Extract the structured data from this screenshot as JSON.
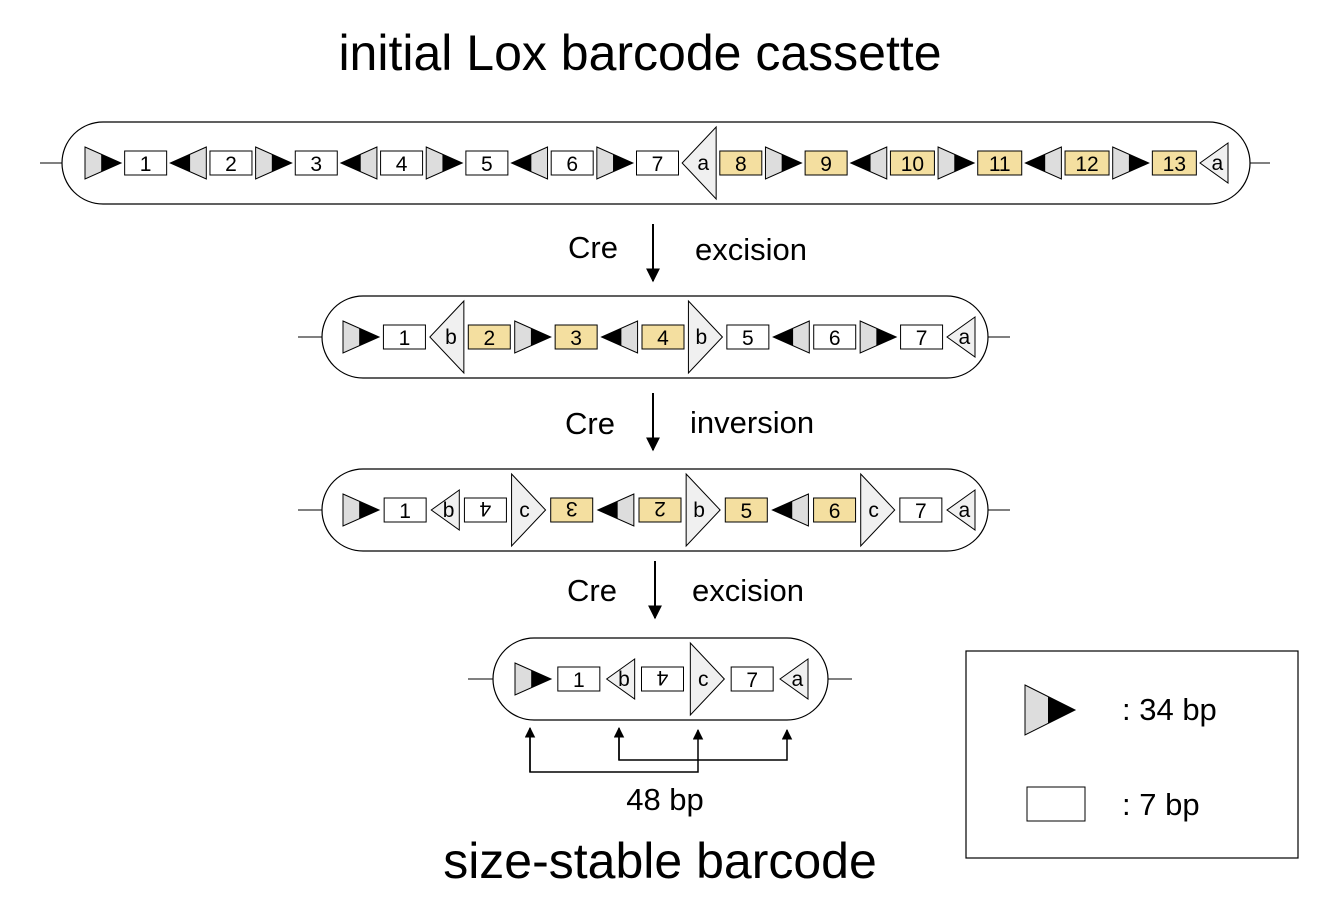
{
  "title_top": "initial Lox barcode cassette",
  "title_bottom": "size-stable barcode",
  "colors": {
    "highlight": "#f4dfa0",
    "plain": "#ffffff",
    "site_fill": "#f0f0f0",
    "arrow_light": "#dddddd",
    "arrow_dark": "#000000"
  },
  "steps": [
    {
      "enzyme": "Cre",
      "action": "excision"
    },
    {
      "enzyme": "Cre",
      "action": "inversion"
    },
    {
      "enzyme": "Cre",
      "action": "excision"
    }
  ],
  "cassettes": [
    {
      "name": "initial",
      "elements": [
        {
          "t": "arrow",
          "dir": "R"
        },
        {
          "t": "box",
          "label": "1"
        },
        {
          "t": "arrow",
          "dir": "L"
        },
        {
          "t": "box",
          "label": "2"
        },
        {
          "t": "arrow",
          "dir": "R"
        },
        {
          "t": "box",
          "label": "3"
        },
        {
          "t": "arrow",
          "dir": "L"
        },
        {
          "t": "box",
          "label": "4"
        },
        {
          "t": "arrow",
          "dir": "R"
        },
        {
          "t": "box",
          "label": "5"
        },
        {
          "t": "arrow",
          "dir": "L"
        },
        {
          "t": "box",
          "label": "6"
        },
        {
          "t": "arrow",
          "dir": "R"
        },
        {
          "t": "box",
          "label": "7"
        },
        {
          "t": "site",
          "dir": "L",
          "label": "a"
        },
        {
          "t": "box",
          "label": "8",
          "hl": true
        },
        {
          "t": "arrow",
          "dir": "R"
        },
        {
          "t": "box",
          "label": "9",
          "hl": true
        },
        {
          "t": "arrow",
          "dir": "L"
        },
        {
          "t": "box",
          "label": "10",
          "hl": true
        },
        {
          "t": "arrow",
          "dir": "R"
        },
        {
          "t": "box",
          "label": "11",
          "hl": true
        },
        {
          "t": "arrow",
          "dir": "L"
        },
        {
          "t": "box",
          "label": "12",
          "hl": true
        },
        {
          "t": "arrow",
          "dir": "R"
        },
        {
          "t": "box",
          "label": "13",
          "hl": true
        },
        {
          "t": "site",
          "dir": "L",
          "label": "a",
          "small": true
        }
      ]
    },
    {
      "name": "after-excision",
      "elements": [
        {
          "t": "arrow",
          "dir": "R"
        },
        {
          "t": "box",
          "label": "1"
        },
        {
          "t": "site",
          "dir": "L",
          "label": "b"
        },
        {
          "t": "box",
          "label": "2",
          "hl": true
        },
        {
          "t": "arrow",
          "dir": "R"
        },
        {
          "t": "box",
          "label": "3",
          "hl": true
        },
        {
          "t": "arrow",
          "dir": "L"
        },
        {
          "t": "box",
          "label": "4",
          "hl": true
        },
        {
          "t": "site",
          "dir": "R",
          "label": "b"
        },
        {
          "t": "box",
          "label": "5"
        },
        {
          "t": "arrow",
          "dir": "L"
        },
        {
          "t": "box",
          "label": "6"
        },
        {
          "t": "arrow",
          "dir": "R"
        },
        {
          "t": "box",
          "label": "7"
        },
        {
          "t": "site",
          "dir": "L",
          "label": "a",
          "small": true
        }
      ]
    },
    {
      "name": "after-inversion",
      "elements": [
        {
          "t": "arrow",
          "dir": "R"
        },
        {
          "t": "box",
          "label": "1"
        },
        {
          "t": "site",
          "dir": "L",
          "label": "b",
          "small": true
        },
        {
          "t": "box",
          "label": "4",
          "flip": true
        },
        {
          "t": "site",
          "dir": "R",
          "label": "c"
        },
        {
          "t": "box",
          "label": "3",
          "hl": true,
          "flip": true
        },
        {
          "t": "arrow",
          "dir": "L"
        },
        {
          "t": "box",
          "label": "2",
          "hl": true,
          "flip": true
        },
        {
          "t": "site",
          "dir": "R",
          "label": "b"
        },
        {
          "t": "box",
          "label": "5",
          "hl": true
        },
        {
          "t": "arrow",
          "dir": "L"
        },
        {
          "t": "box",
          "label": "6",
          "hl": true
        },
        {
          "t": "site",
          "dir": "R",
          "label": "c"
        },
        {
          "t": "box",
          "label": "7"
        },
        {
          "t": "site",
          "dir": "L",
          "label": "a",
          "small": true
        }
      ]
    },
    {
      "name": "size-stable",
      "elements": [
        {
          "t": "arrow",
          "dir": "R"
        },
        {
          "t": "box",
          "label": "1"
        },
        {
          "t": "site",
          "dir": "L",
          "label": "b",
          "small": true
        },
        {
          "t": "box",
          "label": "4",
          "flip": true
        },
        {
          "t": "site",
          "dir": "R",
          "label": "c"
        },
        {
          "t": "box",
          "label": "7"
        },
        {
          "t": "site",
          "dir": "L",
          "label": "a",
          "small": true
        }
      ]
    }
  ],
  "span_label": "48 bp",
  "legend": {
    "arrow_label": ": 34 bp",
    "box_label": ": 7 bp"
  }
}
